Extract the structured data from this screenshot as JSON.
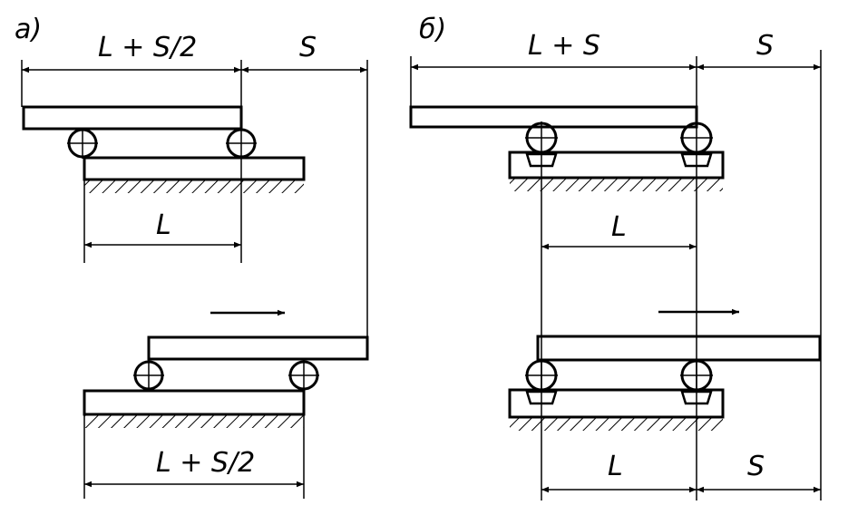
{
  "panel_a": {
    "label": "а)",
    "top_dim_left": "L + S/2",
    "top_dim_right": "S",
    "mid_dim": "L",
    "bottom_dim": "L + S/2"
  },
  "panel_b": {
    "label": "б)",
    "top_dim_left": "L + S",
    "top_dim_right": "S",
    "mid_dim": "L",
    "bottom_dim_left": "L",
    "bottom_dim_right": "S"
  },
  "colors": {
    "ink": "#000000",
    "background": "#ffffff"
  }
}
